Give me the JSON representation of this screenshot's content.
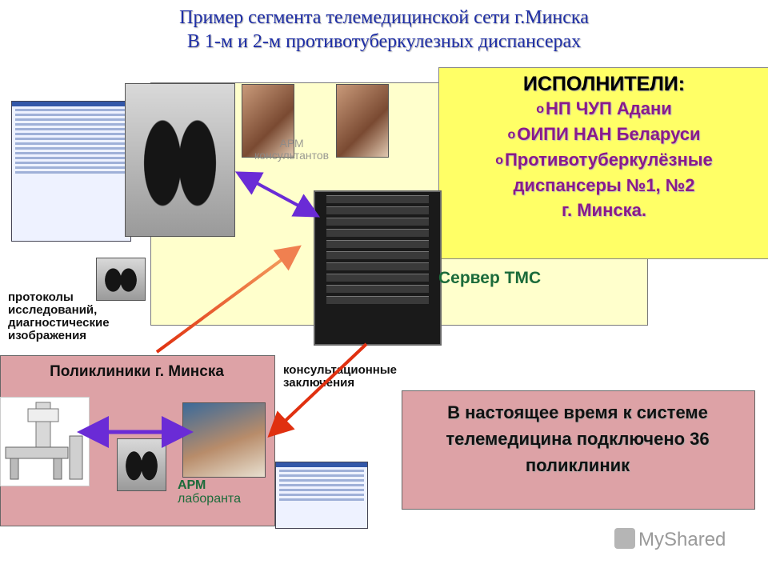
{
  "title": {
    "line1": "Пример сегмента телемедицинской сети г.Минска",
    "line2": "В 1-м и 2-м противотуберкулезных диспансерах"
  },
  "contractors": {
    "heading": "ИСПОЛНИТЕЛИ:",
    "items": [
      "НП ЧУП Адани",
      "ОИПИ НАН Беларуси",
      "Противотуберкулёзные",
      "диспансеры №1, №2",
      "г. Минска."
    ],
    "bullet": "o"
  },
  "arm_consultants": {
    "line1": "АРМ",
    "line2": "консультантов"
  },
  "server_label": "Сервер ТМС",
  "protocols_label": [
    "протоколы",
    "исследований,",
    "диагностические",
    "изображения"
  ],
  "consultation_label": [
    "консультационные",
    "заключения"
  ],
  "clinics": {
    "title": "Поликлиники г. Минска"
  },
  "arm_lab": {
    "line1": "АРМ",
    "line2": "лаборанта"
  },
  "info_box": {
    "line1": "В настоящее время к системе",
    "line2": "телемедицина подключено  36",
    "line3": "поликлиник"
  },
  "watermark": "MyShared",
  "colors": {
    "title": "#1f2fa6",
    "contractors_bg": "#ffff66",
    "contractors_items": "#8a1a8a",
    "server_label": "#1b6b3a",
    "clinics_bg": "#dda2a6",
    "arrow_purple": "#6a2bd6",
    "arrow_orange": "#f07020",
    "arrow_red": "#e03010"
  }
}
